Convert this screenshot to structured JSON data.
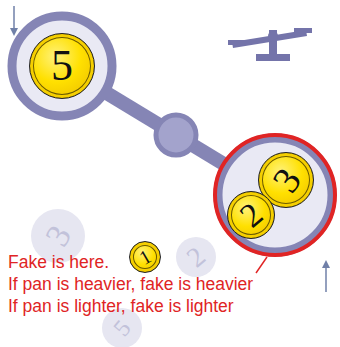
{
  "diagram": {
    "nodes": [
      {
        "text": [
          "5"
        ]
      },
      {
        "text": [
          "3"
        ]
      },
      {
        "text": [
          "2"
        ]
      },
      {
        "text": [
          "3"
        ]
      },
      {
        "text": [
          "1"
        ]
      },
      {
        "text": [
          "2"
        ]
      },
      {
        "text": [
          "5"
        ]
      }
    ],
    "labels": [
      "Fake is here.",
      "If pan is heavier, fake is heavier",
      "If pan is lighter, fake is lighter"
    ]
  }
}
